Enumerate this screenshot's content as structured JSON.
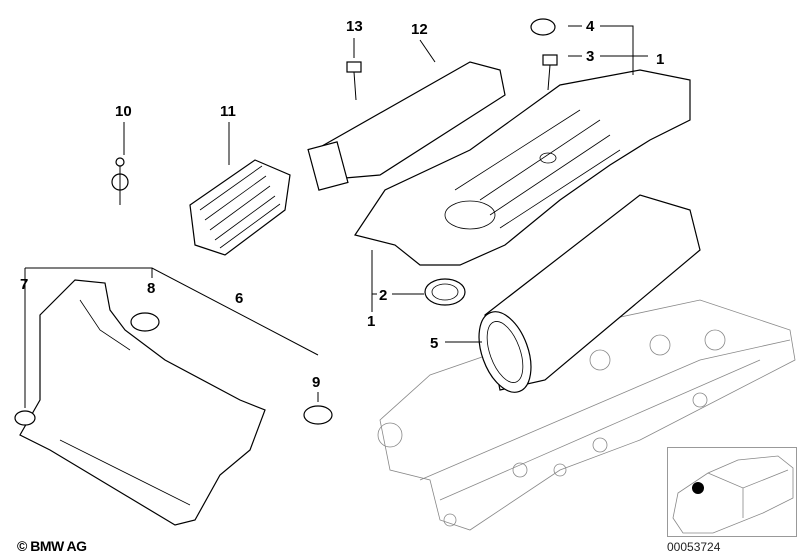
{
  "diagram": {
    "callouts": [
      "13",
      "12",
      "4",
      "3",
      "1",
      "10",
      "11",
      "7",
      "8",
      "6",
      "2",
      "1",
      "5",
      "9"
    ],
    "copyright": "© BMW AG",
    "image_number": "00053724"
  }
}
